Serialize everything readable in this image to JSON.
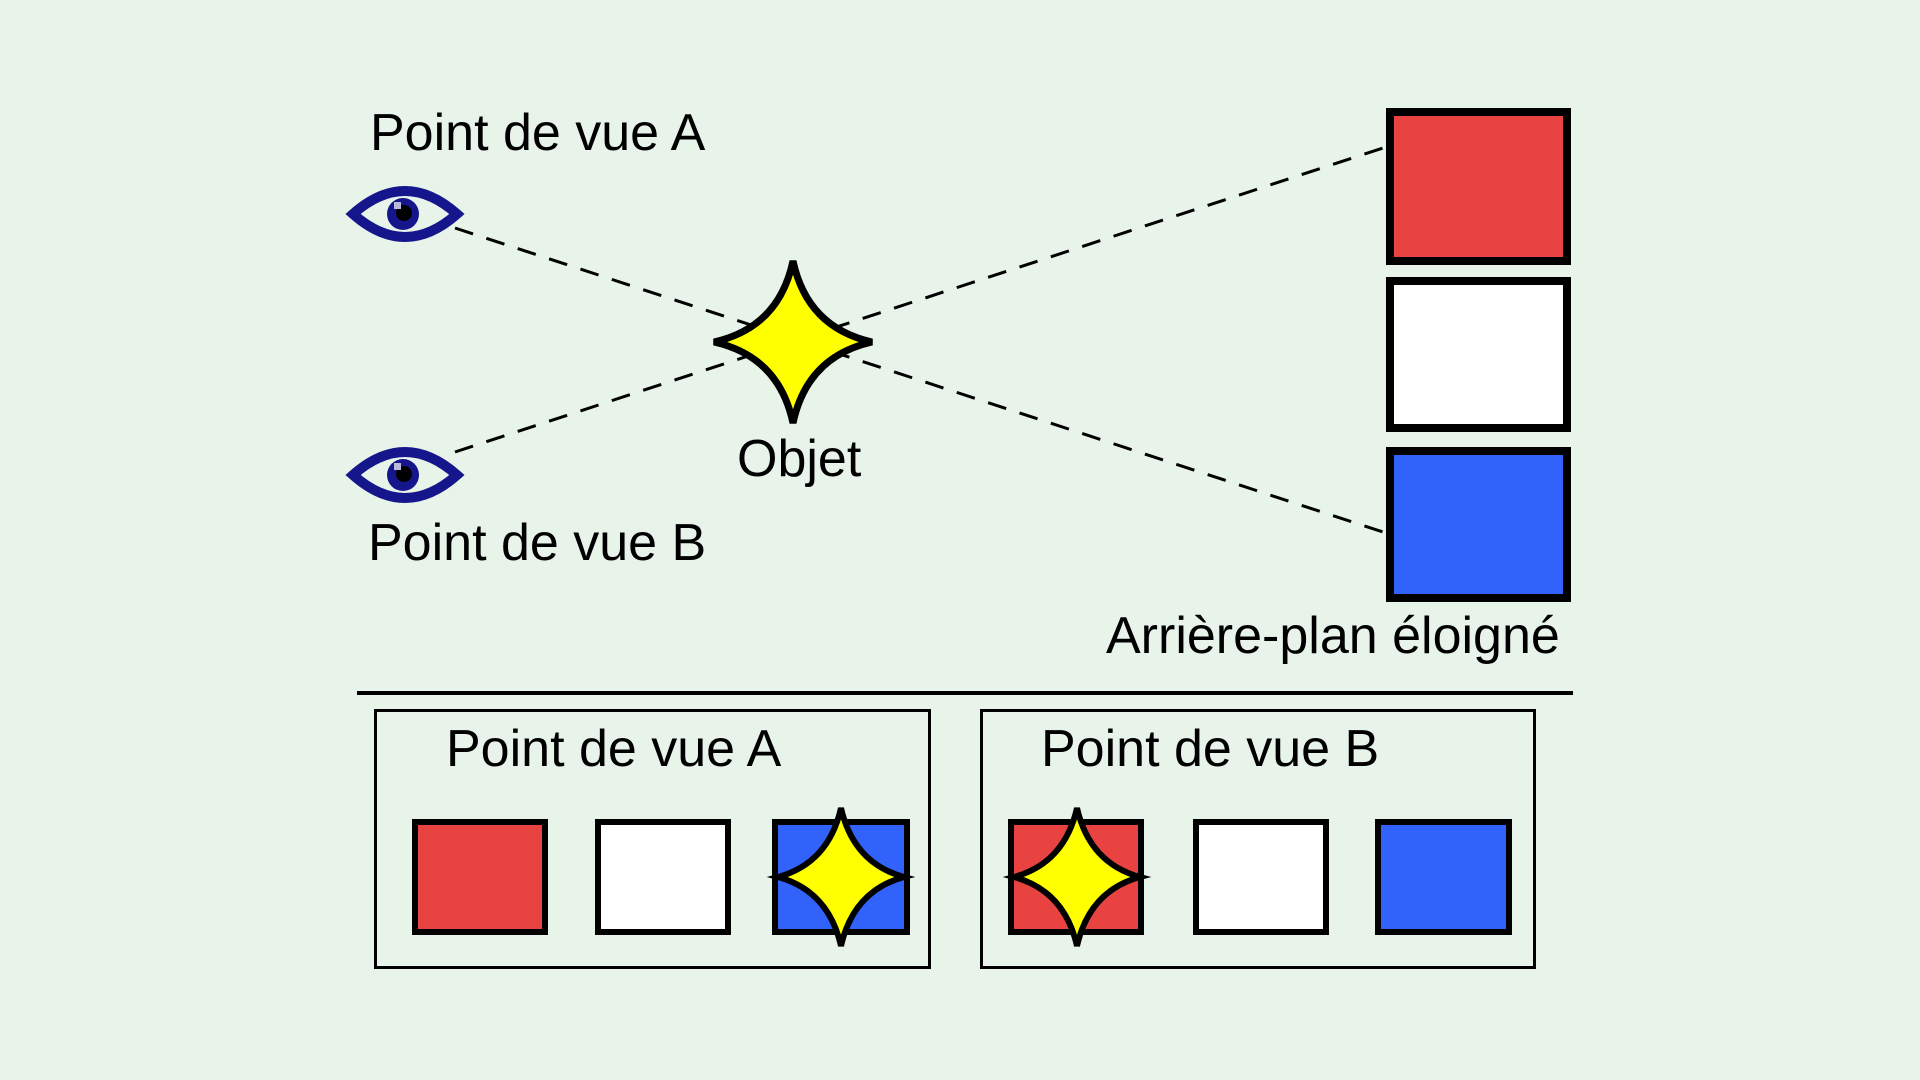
{
  "colors": {
    "background": "#e8f4e9",
    "red": "#e84341",
    "white": "#ffffff",
    "blue": "#3163fa",
    "yellow": "#ffff00",
    "navy": "#16168c",
    "highlight": "#b9b9d9",
    "outline": "#000000"
  },
  "labels": {
    "viewpoint_a": "Point de vue A",
    "viewpoint_b": "Point de vue B",
    "object": "Objet",
    "far_background": "Arrière-plan éloigné",
    "panel_a_title": "Point de vue A",
    "panel_b_title": "Point de vue B"
  },
  "background_squares": [
    "red",
    "white",
    "blue"
  ],
  "panels": [
    {
      "title": "Point de vue A",
      "squares": [
        "red",
        "white",
        "blue"
      ],
      "star_on": "blue"
    },
    {
      "title": "Point de vue B",
      "squares": [
        "red",
        "white",
        "blue"
      ],
      "star_on": "red"
    }
  ]
}
